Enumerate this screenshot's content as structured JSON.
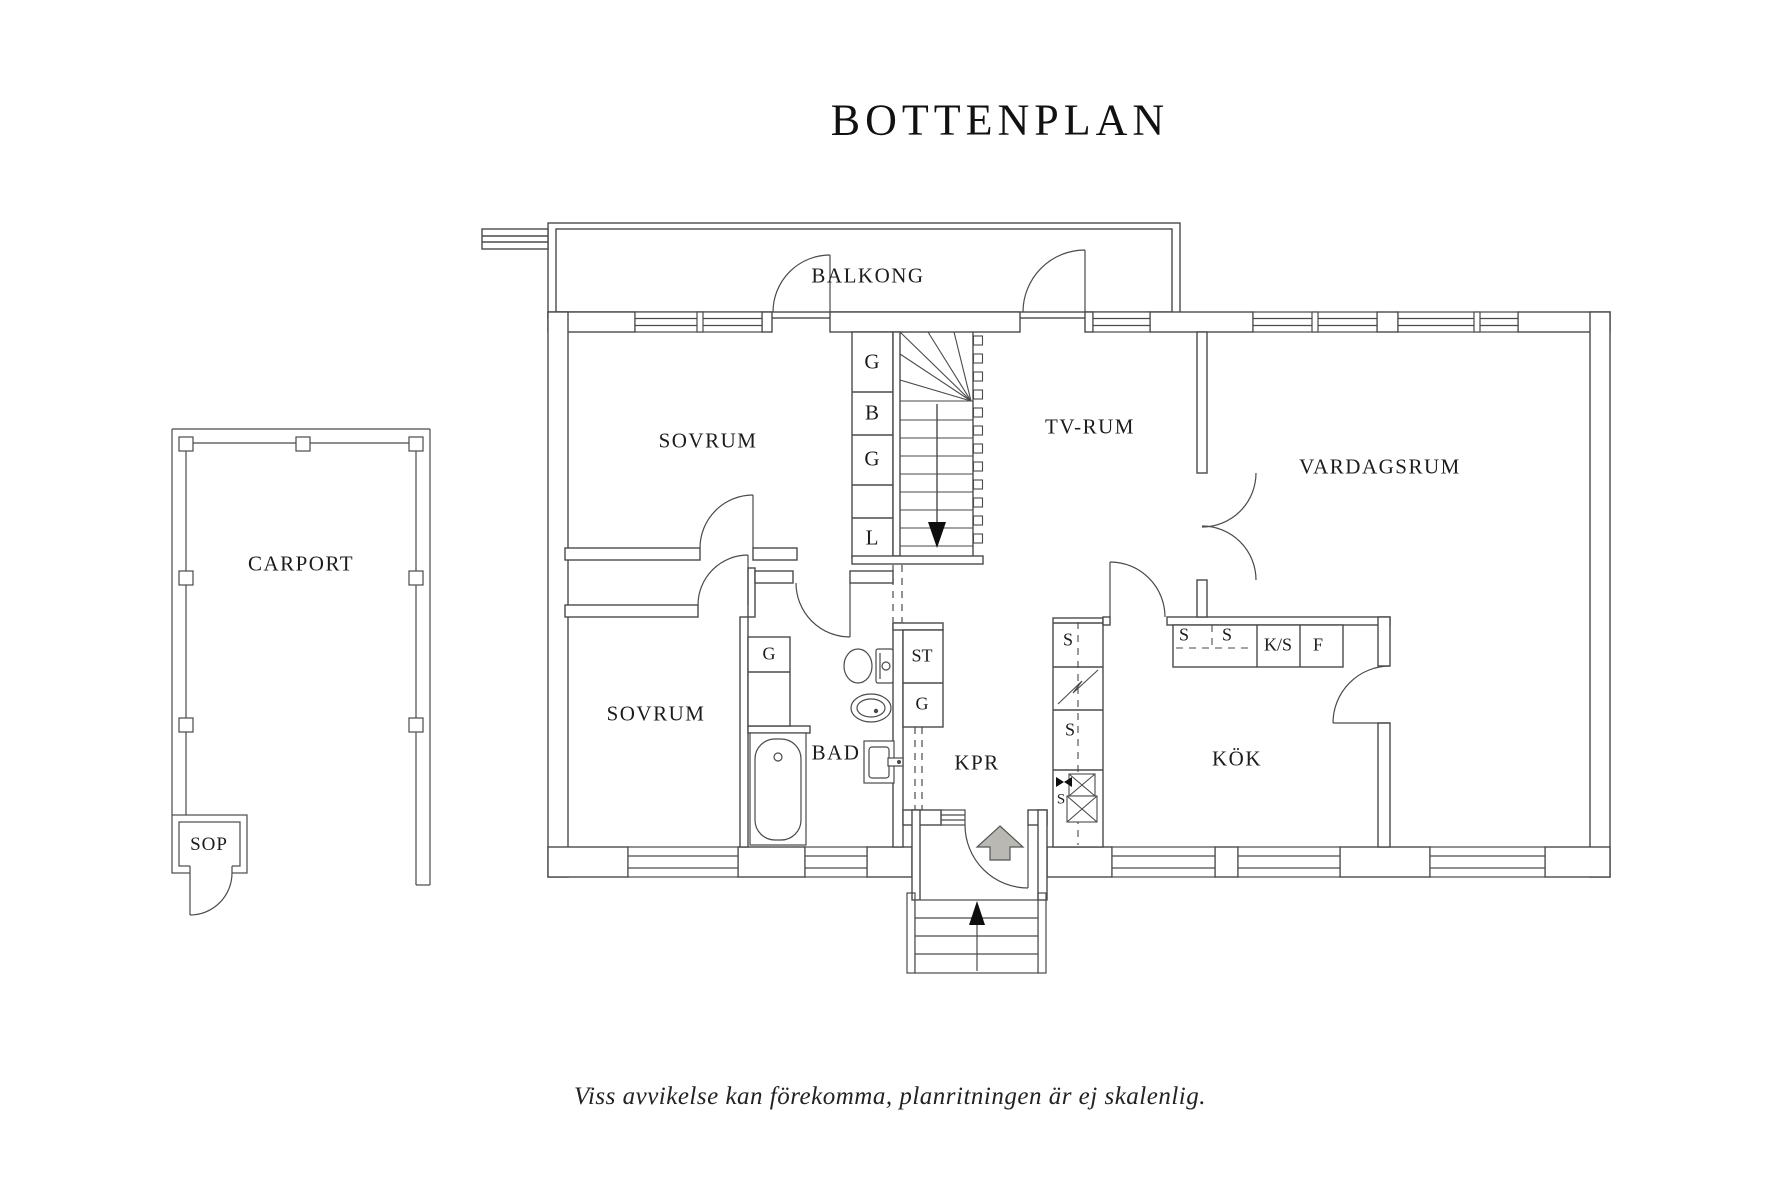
{
  "title": "BOTTENPLAN",
  "footer_note": "Viss avvikelse kan förekomma, planritningen är ej skalenlig.",
  "rooms": {
    "balcony": "BALKONG",
    "bedroom_upper": "SOVRUM",
    "tv_room": "TV-RUM",
    "living_room": "VARDAGSRUM",
    "bedroom_lower": "SOVRUM",
    "bathroom": "BAD",
    "hallway": "KPR",
    "kitchen": "KÖK",
    "carport": "CARPORT",
    "waste_room": "SOP"
  },
  "closets": {
    "hall_wardrobe_1": "G",
    "hall_wardrobe_2": "B",
    "hall_wardrobe_3": "G",
    "hall_linen": "L",
    "bath_wardrobe": "G",
    "hall_storage": "ST",
    "kpr_wardrobe": "G",
    "kitchen_pantry_top": "S",
    "kitchen_pantry_mid": "S",
    "kitchen_pantry_sink": "S",
    "kitchen_upper_s1": "S",
    "kitchen_upper_s2": "S",
    "kitchen_fridge": "K/S",
    "kitchen_freezer": "F"
  },
  "colors": {
    "line": "#4a4a4a",
    "text": "#1c1c1c",
    "entry_arrow_fill": "#b9b8b2",
    "stair_arrow_fill": "#0e0e0e"
  }
}
